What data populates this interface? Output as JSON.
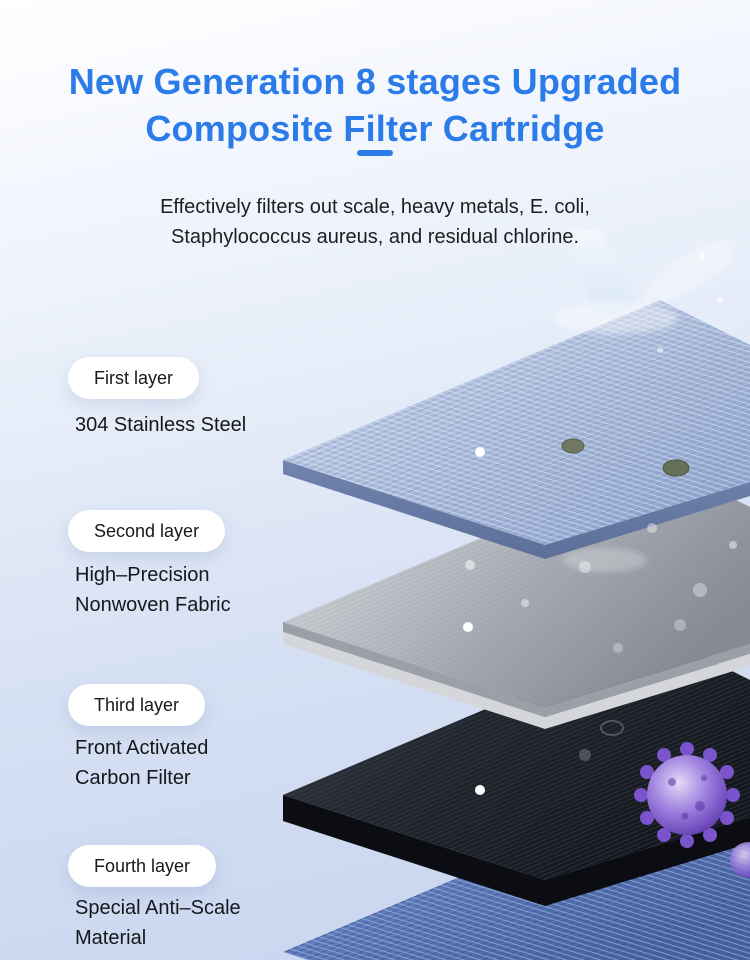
{
  "header": {
    "title_line1": "New Generation 8 stages Upgraded",
    "title_line2": "Composite Filter Cartridge",
    "subtitle_line1": "Effectively filters out scale, heavy metals, E. coli,",
    "subtitle_line2": "Staphylococcus aureus, and residual chlorine.",
    "accent_color": "#2b7ce9"
  },
  "layers": [
    {
      "badge": "First layer",
      "name": "304 Stainless Steel"
    },
    {
      "badge": "Second layer",
      "name": "High–Precision\nNonwoven Fabric"
    },
    {
      "badge": "Third layer",
      "name": "Front Activated\nCarbon Filter"
    },
    {
      "badge": "Fourth layer",
      "name": "Special Anti–Scale\nMaterial"
    }
  ],
  "illustration": {
    "elements": [
      "water-splash",
      "stainless-steel-mesh-layer",
      "nonwoven-fabric-layer",
      "activated-carbon-layer",
      "anti-scale-mesh-layer",
      "virus-particle",
      "debris-particles",
      "layer-anchor-dots"
    ],
    "colors": {
      "steel_mesh": "#aebfdd",
      "nonwoven_fabric": "#a9adb5",
      "activated_carbon": "#1c2027",
      "anti_scale": "#5a77b8",
      "virus": "#8a63d2"
    }
  }
}
